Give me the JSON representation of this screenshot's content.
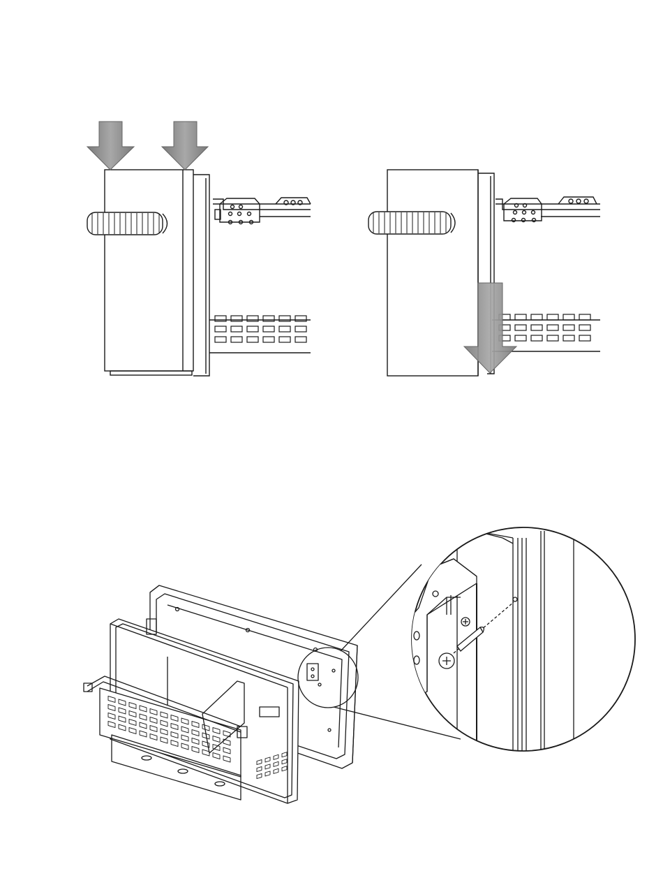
{
  "page": {
    "background": "#ffffff",
    "line_color": "#1a1a1a",
    "arrow_color": "#8a8a8a"
  },
  "figures": {
    "step_press": {
      "arrows": 2,
      "arrow_direction": "down",
      "icon": "down-arrow-icon"
    },
    "step_slide": {
      "arrows": 1,
      "arrow_direction": "down",
      "icon": "down-arrow-icon"
    },
    "step_screw": {
      "detail_icon": "screw-icon",
      "callout": "magnified-bracket-detail"
    }
  }
}
